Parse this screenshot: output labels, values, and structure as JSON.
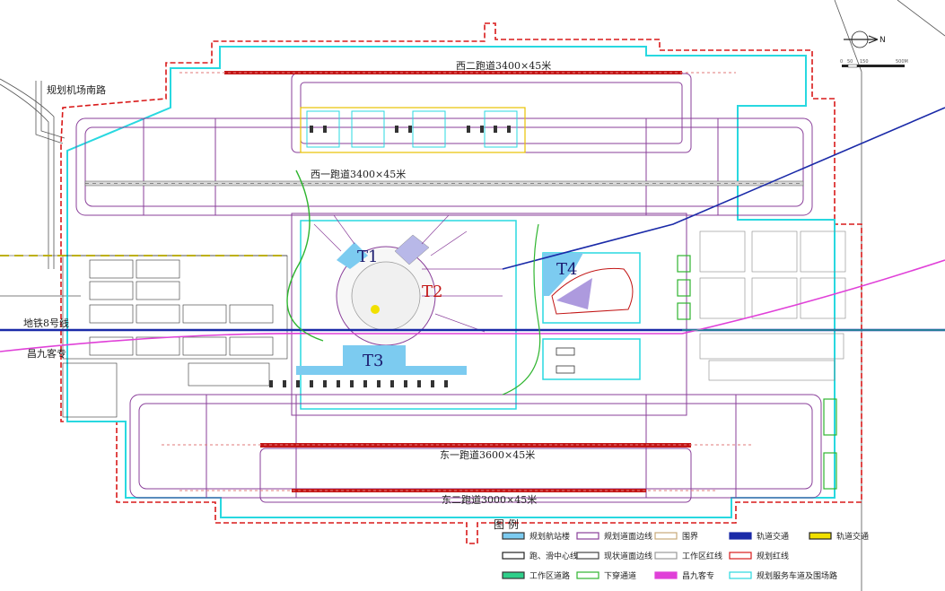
{
  "runways": {
    "west2": "西二跑道3400×45米",
    "west1": "西一跑道3400×45米",
    "east1": "东一跑道3600×45米",
    "east2": "东二跑道3000×45米"
  },
  "terminals": {
    "t1": "T1",
    "t2": "T2",
    "t3": "T3",
    "t4": "T4"
  },
  "road_labels": {
    "south_road": "规划机场南路",
    "metro8": "地铁8号线",
    "changjiu": "昌九客专"
  },
  "compass": {
    "north": "N",
    "scale": [
      "0",
      "50",
      "150",
      "500M"
    ]
  },
  "legend": {
    "title": "图 例",
    "items": [
      {
        "label": "规划航站楼",
        "swatch": "terminal"
      },
      {
        "label": "规划道面边线",
        "swatch": "pavement"
      },
      {
        "label": "围界",
        "swatch": "fence"
      },
      {
        "label": "轨道交通",
        "swatch": "rail"
      },
      {
        "label": "轨道交通",
        "swatch": "rail-yellow"
      },
      {
        "label": "跑、滑中心线",
        "swatch": "centerline"
      },
      {
        "label": "现状道面边线",
        "swatch": "existing"
      },
      {
        "label": "工作区红线",
        "swatch": "workzone"
      },
      {
        "label": "规划红线",
        "swatch": "redline"
      },
      {
        "label": "工作区道路",
        "swatch": "workroad"
      },
      {
        "label": "下穿通道",
        "swatch": "underpass"
      },
      {
        "label": "昌九客专",
        "swatch": "changjiu"
      },
      {
        "label": "规划服务车道及围场路",
        "swatch": "service"
      }
    ]
  },
  "colors": {
    "redline": "#d91a1a",
    "pavement": "#8a3f9a",
    "service": "#28d8e0",
    "workroad": "#2fcf8a",
    "terminal": "#7ccbf0",
    "rail": "#1a2aa8",
    "changjiu": "#e040d8",
    "fence": "#c7a97a",
    "green": "#2fb52f"
  }
}
